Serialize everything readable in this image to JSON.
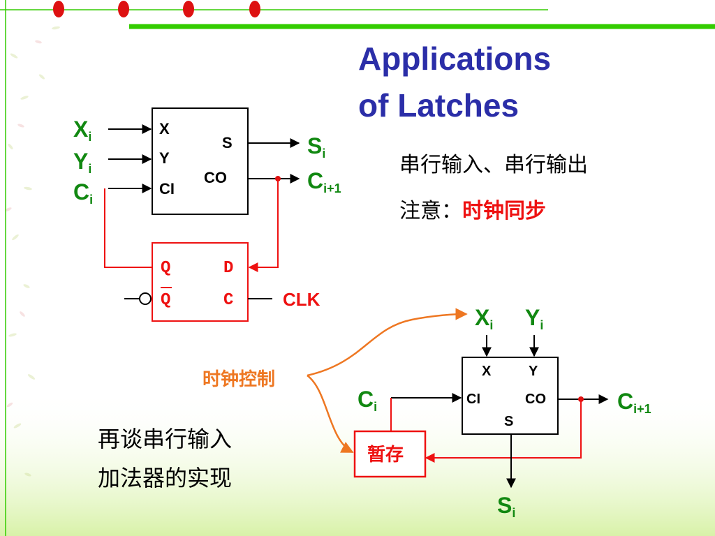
{
  "title": {
    "line1": "Applications",
    "line2": "of Latches"
  },
  "colors": {
    "title": "#2b2ea8",
    "green": "#118811",
    "red": "#ee1111",
    "orange": "#ee7722",
    "bar": "#33cc00",
    "dot": "#dd1111"
  },
  "adder1": {
    "inputs": [
      {
        "base": "X",
        "sub": "i"
      },
      {
        "base": "Y",
        "sub": "i"
      },
      {
        "base": "C",
        "sub": "i"
      }
    ],
    "pins_left": [
      "X",
      "Y",
      "CI"
    ],
    "pins_right": [
      "S",
      "CO"
    ],
    "outputs": [
      {
        "base": "S",
        "sub": "i"
      },
      {
        "base": "C",
        "sub": "i+1"
      }
    ]
  },
  "latch": {
    "pins_left": [
      "Q",
      "Q"
    ],
    "pins_right": [
      "D",
      "C"
    ],
    "clk": "CLK"
  },
  "notes": {
    "line1": "串行输入、串行输出",
    "attention": "注意：",
    "attention_red": "时钟同步"
  },
  "adder2": {
    "clock_label": "时钟控制",
    "inputs_top": [
      {
        "base": "X",
        "sub": "i"
      },
      {
        "base": "Y",
        "sub": "i"
      }
    ],
    "carry_in": {
      "base": "C",
      "sub": "i"
    },
    "carry_out": {
      "base": "C",
      "sub": "i+1"
    },
    "sum_out": {
      "base": "S",
      "sub": "i"
    },
    "pins": {
      "x": "X",
      "y": "Y",
      "ci": "CI",
      "co": "CO",
      "s": "S"
    },
    "register": "暂存"
  },
  "footer": {
    "line1": "再谈串行输入",
    "line2": "加法器的实现"
  }
}
